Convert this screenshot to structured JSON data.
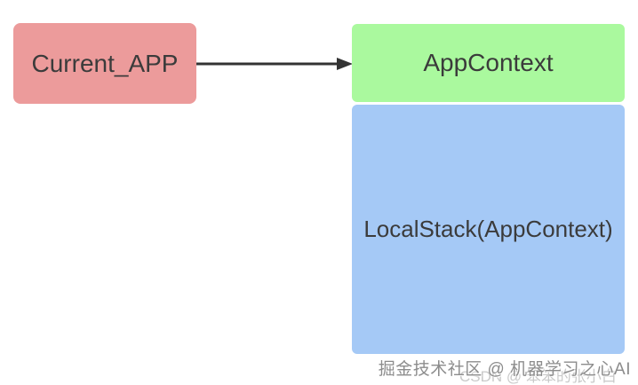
{
  "diagram": {
    "nodes": {
      "current_app": {
        "label": "Current_APP",
        "fill": "#ec9b9b",
        "text_color": "#3b3b3b",
        "shape": "rounded-rect"
      },
      "app_context": {
        "label": "AppContext",
        "fill": "#aaf99e",
        "text_color": "#3b3b3b",
        "shape": "rounded-rect"
      },
      "local_stack": {
        "label": "LocalStack(AppContext)",
        "fill": "#a5c9f6",
        "text_color": "#3b3b3b",
        "shape": "rounded-rect"
      }
    },
    "edge": {
      "from": "Current_APP",
      "to": "AppContext",
      "style": "solid-arrow",
      "color": "#333333"
    }
  },
  "watermark": {
    "primary": "掘金技术社区 @ 机器学习之心AI",
    "secondary": "CSDN @ 笨笨的张小白"
  },
  "colors": {
    "background": "#ffffff",
    "node_pink": "#ec9b9b",
    "node_green": "#aaf99e",
    "node_blue": "#a5c9f6",
    "arrow": "#333333",
    "watermark_primary": "#8c8c8c",
    "watermark_secondary": "#c9c9c9"
  }
}
